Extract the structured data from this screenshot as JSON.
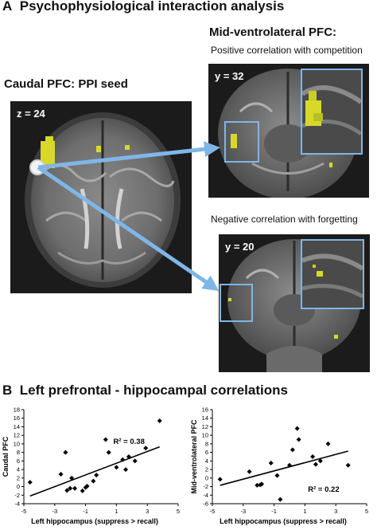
{
  "panel_a": {
    "letter": "A",
    "title": "Psychophysiological interaction analysis",
    "seed_label": "Caudal PFC: PPI seed",
    "target_label": "Mid-ventrolateral PFC:",
    "axial_slice": "z = 24",
    "top_caption": "Positive correlation with competition",
    "top_slice": "y = 32",
    "bottom_caption": "Negative correlation with forgetting",
    "bottom_slice": "y = 20",
    "colors": {
      "activation": "#d7d82a",
      "arrow": "#7fb6e8",
      "inset_border": "#7fb6e8"
    }
  },
  "panel_b": {
    "letter": "B",
    "title": "Left prefrontal - hippocampal correlations"
  },
  "chart_data": [
    {
      "type": "scatter",
      "ylabel": "Caudal PFC",
      "xlabel": "Left hippocampus (suppress > recall)",
      "xlim": [
        -5,
        5
      ],
      "ylim": [
        -4,
        18
      ],
      "xticks": [
        "-5",
        "-3",
        "-1",
        "1",
        "3",
        "5"
      ],
      "yticks": [
        "-4",
        "-2",
        "0",
        "2",
        "4",
        "6",
        "8",
        "10",
        "12",
        "14",
        "16",
        "18"
      ],
      "annotation": "R² = 0.38",
      "points": [
        [
          -4.6,
          1.0
        ],
        [
          -2.6,
          2.9
        ],
        [
          -2.3,
          8.0
        ],
        [
          -2.2,
          -0.9
        ],
        [
          -2.0,
          -0.4
        ],
        [
          -1.9,
          2.0
        ],
        [
          -1.7,
          -0.4
        ],
        [
          -1.2,
          -1.0
        ],
        [
          -1.0,
          -0.2
        ],
        [
          -0.9,
          0.1
        ],
        [
          -0.5,
          1.3
        ],
        [
          -0.3,
          2.7
        ],
        [
          0.3,
          11.0
        ],
        [
          0.5,
          8.0
        ],
        [
          1.0,
          4.5
        ],
        [
          1.4,
          6.3
        ],
        [
          1.6,
          4.0
        ],
        [
          1.8,
          7.0
        ],
        [
          2.2,
          6.0
        ],
        [
          2.9,
          9.0
        ],
        [
          3.8,
          15.4
        ]
      ],
      "fit": {
        "x": [
          -4.6,
          3.8
        ],
        "y": [
          -2.2,
          9.3
        ]
      }
    },
    {
      "type": "scatter",
      "ylabel": "Mid-ventrolateral PFC",
      "xlabel": "Left hippocampus (suppress > recall)",
      "xlim": [
        -5,
        5
      ],
      "ylim": [
        -6,
        16
      ],
      "xticks": [
        "-5",
        "-3",
        "-1",
        "1",
        "3",
        "5"
      ],
      "yticks": [
        "-6",
        "-4",
        "-2",
        "0",
        "2",
        "4",
        "6",
        "8",
        "10",
        "12",
        "14",
        "16"
      ],
      "annotation": "R² = 0.22",
      "points": [
        [
          -4.5,
          -0.3
        ],
        [
          -2.6,
          1.5
        ],
        [
          -2.1,
          -1.7
        ],
        [
          -1.9,
          -1.6
        ],
        [
          -1.8,
          -1.4
        ],
        [
          -1.2,
          3.5
        ],
        [
          -0.8,
          0.6
        ],
        [
          -0.6,
          -5.0
        ],
        [
          0.0,
          3.0
        ],
        [
          0.2,
          6.6
        ],
        [
          0.5,
          11.6
        ],
        [
          0.6,
          9.0
        ],
        [
          1.5,
          5.0
        ],
        [
          1.7,
          3.2
        ],
        [
          2.0,
          4.0
        ],
        [
          2.5,
          8.0
        ],
        [
          3.8,
          3.0
        ]
      ],
      "fit": {
        "x": [
          -4.5,
          3.8
        ],
        "y": [
          -1.7,
          6.3
        ]
      }
    }
  ]
}
